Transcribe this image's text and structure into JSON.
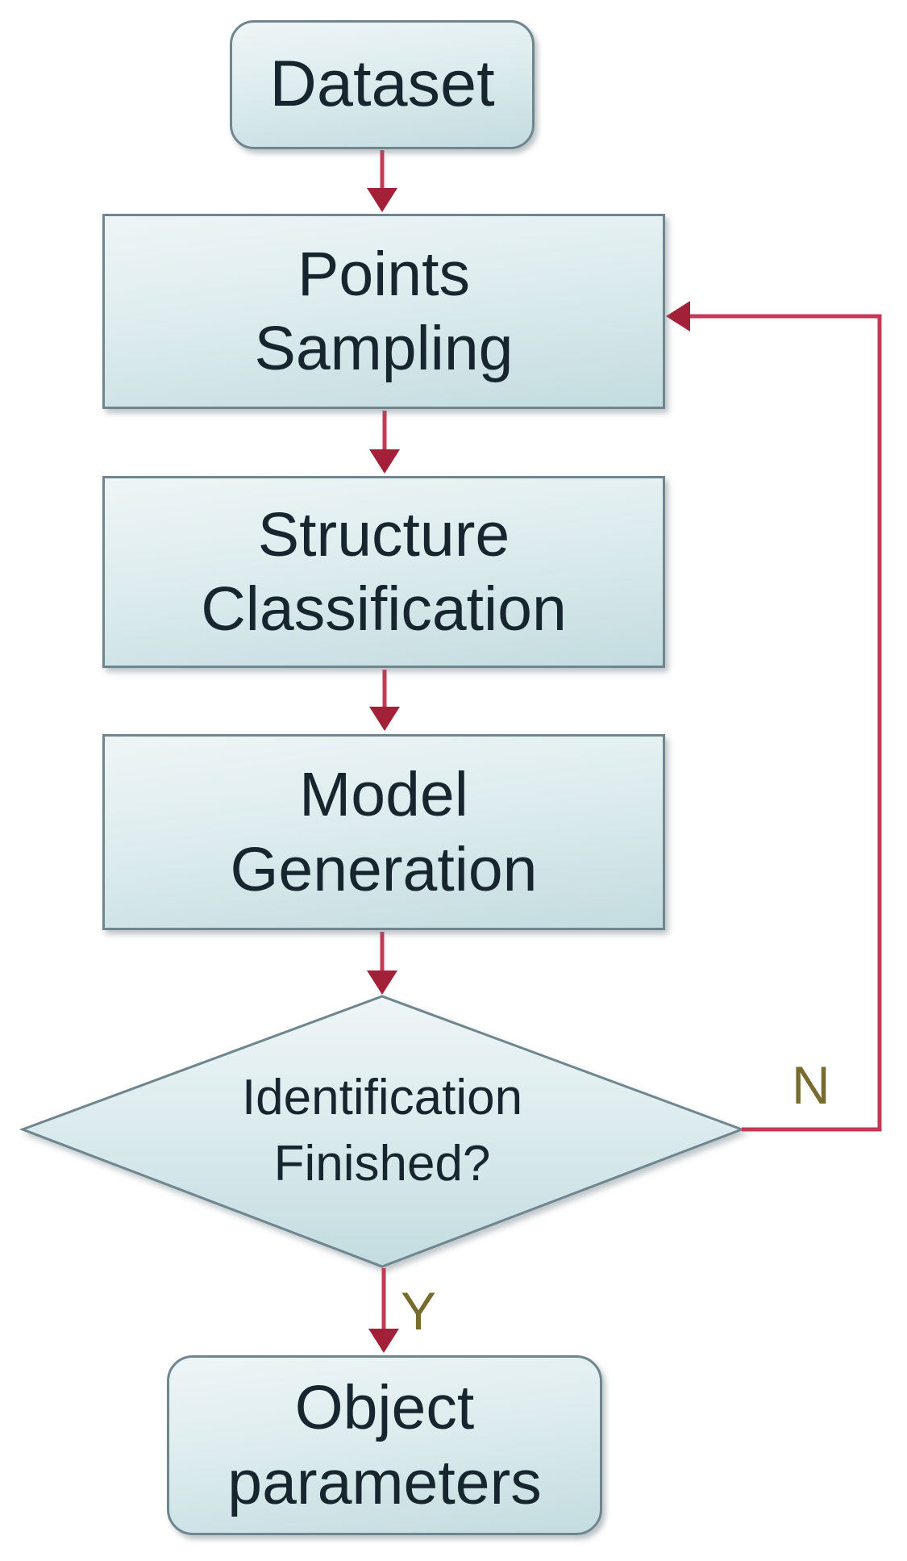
{
  "diagram": {
    "type": "flowchart",
    "nodes": {
      "dataset": {
        "label": "Dataset",
        "shape": "rounded-rectangle"
      },
      "points_sampling": {
        "label": "Points\nSampling",
        "shape": "rectangle"
      },
      "structure_classification": {
        "label": "Structure\nClassification",
        "shape": "rectangle"
      },
      "model_generation": {
        "label": "Model\nGeneration",
        "shape": "rectangle"
      },
      "identification_finished": {
        "label": "Identification\nFinished?",
        "shape": "diamond"
      },
      "object_parameters": {
        "label": "Object\nparameters",
        "shape": "rounded-rectangle"
      }
    },
    "edges": [
      {
        "from": "dataset",
        "to": "points_sampling",
        "label": ""
      },
      {
        "from": "points_sampling",
        "to": "structure_classification",
        "label": ""
      },
      {
        "from": "structure_classification",
        "to": "model_generation",
        "label": ""
      },
      {
        "from": "model_generation",
        "to": "identification_finished",
        "label": ""
      },
      {
        "from": "identification_finished",
        "to": "object_parameters",
        "label": "Y"
      },
      {
        "from": "identification_finished",
        "to": "points_sampling",
        "label": "N"
      }
    ],
    "branch_labels": {
      "no": "N",
      "yes": "Y"
    }
  },
  "colors": {
    "background": "#ffffff",
    "arrow_line": "#c23a54",
    "arrow_head": "#a32138",
    "node_border": "#6f868e",
    "node_fill_top": "#eef5f6",
    "node_fill_mid": "#ddecee",
    "node_fill_bottom": "#c3dce0",
    "node_text": "#17262e",
    "branch_label": "#776b2f"
  }
}
